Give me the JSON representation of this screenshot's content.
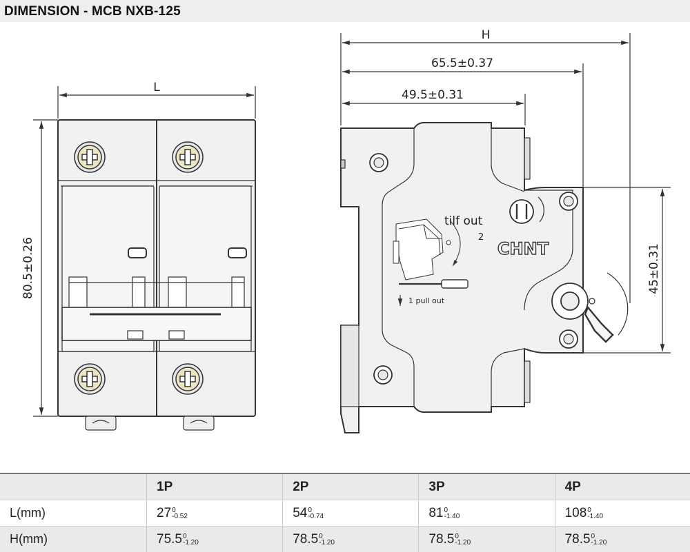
{
  "title": "DIMENSION - MCB NXB-125",
  "front_view": {
    "width_label": "L",
    "height_label": "80.5±0.26"
  },
  "side_view": {
    "total_label": "H",
    "depth1_label": "65.5±0.37",
    "depth2_label": "49.5±0.31",
    "rail_label": "45±0.31",
    "tilt_label": "tilf out",
    "tilt_step": "2",
    "pull_label": "1  pull out",
    "brand": "CHNT"
  },
  "table": {
    "headers": [
      "",
      "1P",
      "2P",
      "3P",
      "4P"
    ],
    "rows": [
      {
        "label": "L(mm)",
        "cells": [
          {
            "value": "27",
            "upper": "0",
            "lower": "-0.52"
          },
          {
            "value": "54",
            "upper": "0",
            "lower": "-0.74"
          },
          {
            "value": "81",
            "upper": "0",
            "lower": "-1.40"
          },
          {
            "value": "108",
            "upper": "0",
            "lower": "-1.40"
          }
        ]
      },
      {
        "label": "H(mm)",
        "cells": [
          {
            "value": "75.5",
            "upper": "0",
            "lower": "-1.20"
          },
          {
            "value": "78.5",
            "upper": "0",
            "lower": "-1.20"
          },
          {
            "value": "78.5",
            "upper": "0",
            "lower": "-1.20"
          },
          {
            "value": "78.5",
            "upper": "0",
            "lower": "-1.20"
          }
        ]
      }
    ]
  }
}
